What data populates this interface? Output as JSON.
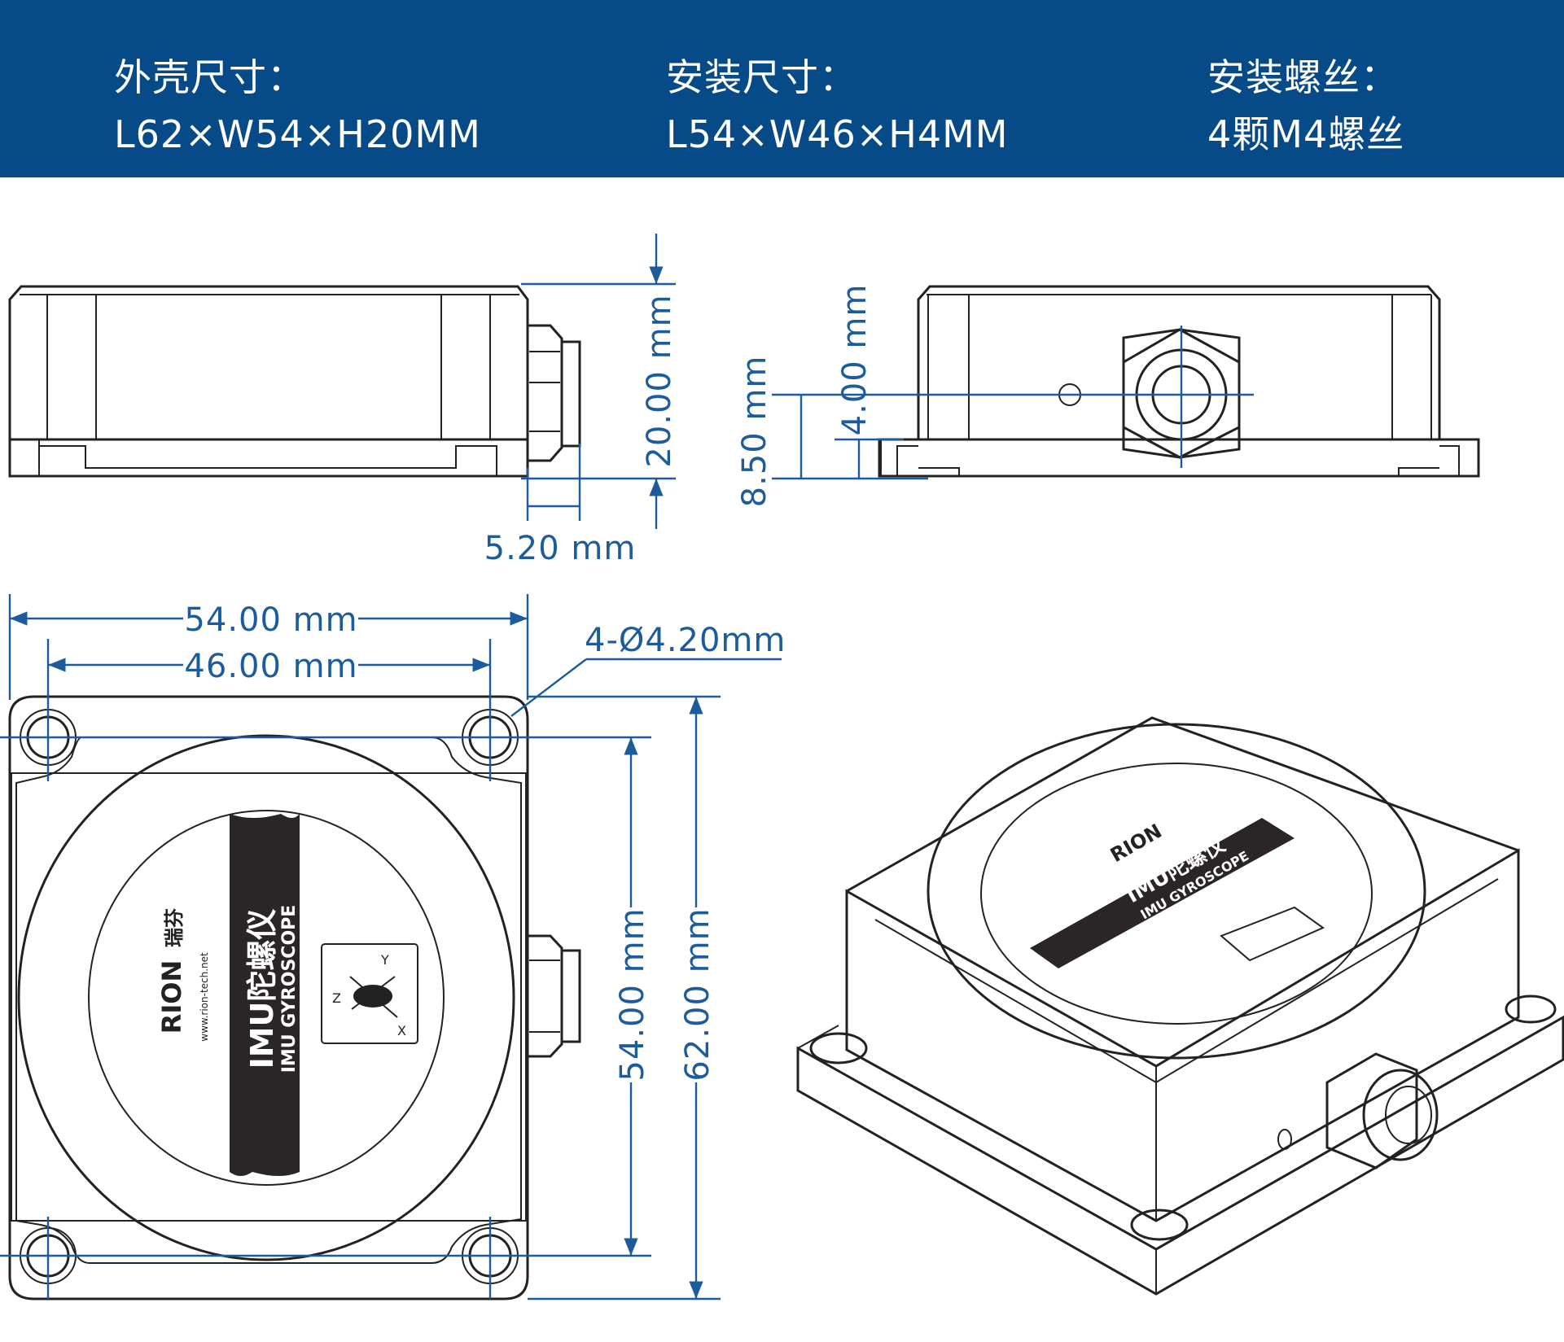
{
  "specs": [
    {
      "label": "外壳尺寸：",
      "value": "L62×W54×H20MM"
    },
    {
      "label": "安装尺寸：",
      "value": "L54×W46×H4MM"
    },
    {
      "label": "安装螺丝：",
      "value": "4颗M4螺丝"
    }
  ],
  "dimensions": {
    "height": "20.00 mm",
    "cable_gland": "5.20 mm",
    "mount_height": "8.50 mm",
    "flange": "4.00 mm",
    "width_outer": "54.00 mm",
    "width_holes": "46.00 mm",
    "holes": "4-Ø4.20mm",
    "length_holes": "54.00 mm",
    "length_outer": "62.00 mm"
  },
  "label": {
    "brand": "RION",
    "brand_cn": "瑞芬",
    "website": "www.rion-tech.net",
    "product_cn": "IMU陀螺仪",
    "product_en": "IMU GYROSCOPE",
    "axes": [
      "Z",
      "Y",
      "X"
    ]
  },
  "colors": {
    "banner": "#064a88",
    "dimension": "#1d5c9c",
    "outline": "#222222",
    "label_band": "#2a2526"
  }
}
